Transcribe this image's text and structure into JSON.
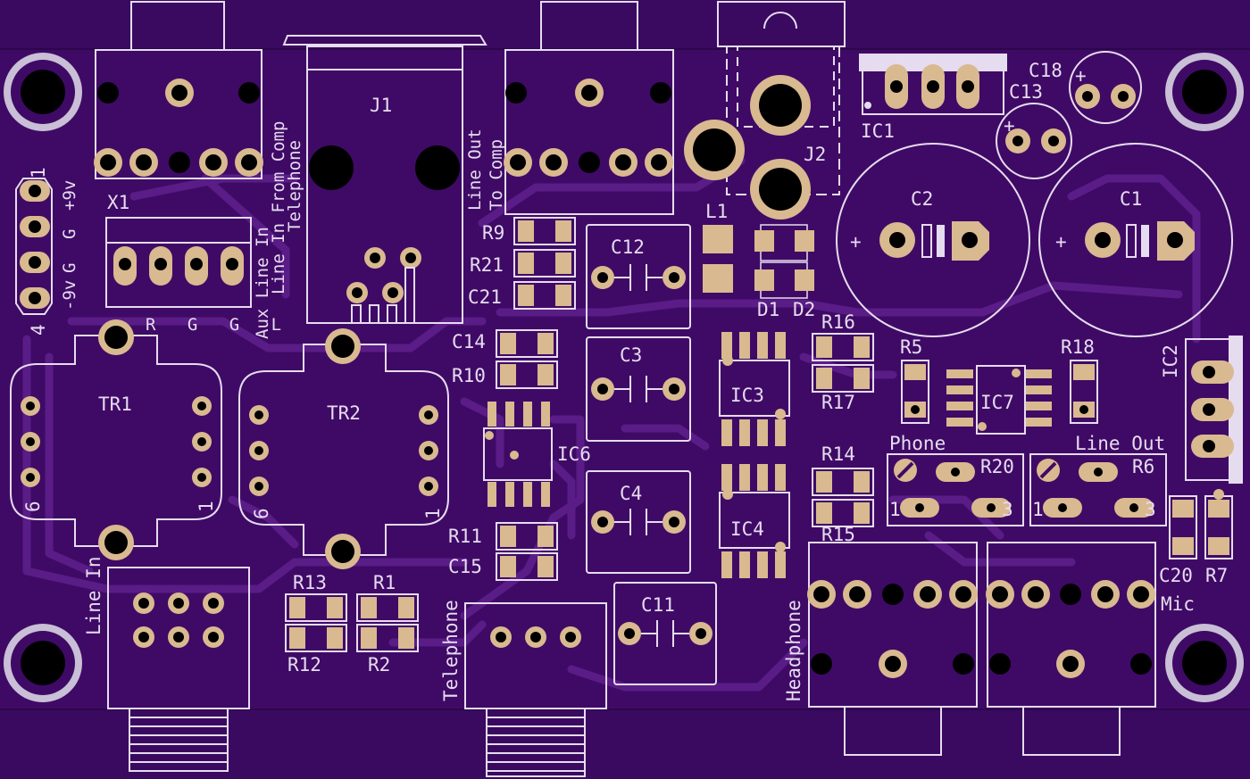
{
  "board": {
    "colors": {
      "substrate": "#3f0a66",
      "board_edge": "#34095a",
      "trace": "#5a1c86",
      "silkscreen": "#e6dcef",
      "copper": "#d9b98f",
      "drill": "#000000",
      "mount_ring": "#c9bfd6"
    },
    "mount_holes": [
      "top-left",
      "top-right",
      "bottom-left",
      "bottom-right"
    ]
  },
  "labels": {
    "X1": "X1",
    "J1": "J1",
    "J2": "J2",
    "L1": "L1",
    "D1": "D1",
    "D2": "D2",
    "C1": "C1",
    "C2": "C2",
    "C3": "C3",
    "C4": "C4",
    "C11": "C11",
    "C12": "C12",
    "C13": "C13",
    "C14": "C14",
    "C15": "C15",
    "C18": "C18",
    "C20": "C20",
    "C21": "C21",
    "R1": "R1",
    "R2": "R2",
    "R5": "R5",
    "R6": "R6",
    "R7": "R7",
    "R9": "R9",
    "R10": "R10",
    "R11": "R11",
    "R12": "R12",
    "R13": "R13",
    "R14": "R14",
    "R15": "R15",
    "R16": "R16",
    "R17": "R17",
    "R18": "R18",
    "R20": "R20",
    "R21": "R21",
    "IC1": "IC1",
    "IC2": "IC2",
    "IC3": "IC3",
    "IC4": "IC4",
    "IC6": "IC6",
    "IC7": "IC7",
    "TR1": "TR1",
    "TR2": "TR2",
    "pin_1": "1",
    "pin_3": "3",
    "pin_4": "4",
    "pin_6": "6",
    "plus": "+",
    "power_9v": "+9v",
    "power_g": "G",
    "power_neg9v": "-9v",
    "x1_pins": "R G G L",
    "aux_line_in": "Aux Line In",
    "line_in_from_comp": "Line In From Comp",
    "telephone_top": "Telephone",
    "line_out": "Line Out",
    "to_comp": "To Comp",
    "phone": "Phone",
    "line_out_pot": "Line Out",
    "line_in": "Line In",
    "telephone_bottom": "Telephone",
    "headphone": "Headphone",
    "mic": "Mic"
  }
}
